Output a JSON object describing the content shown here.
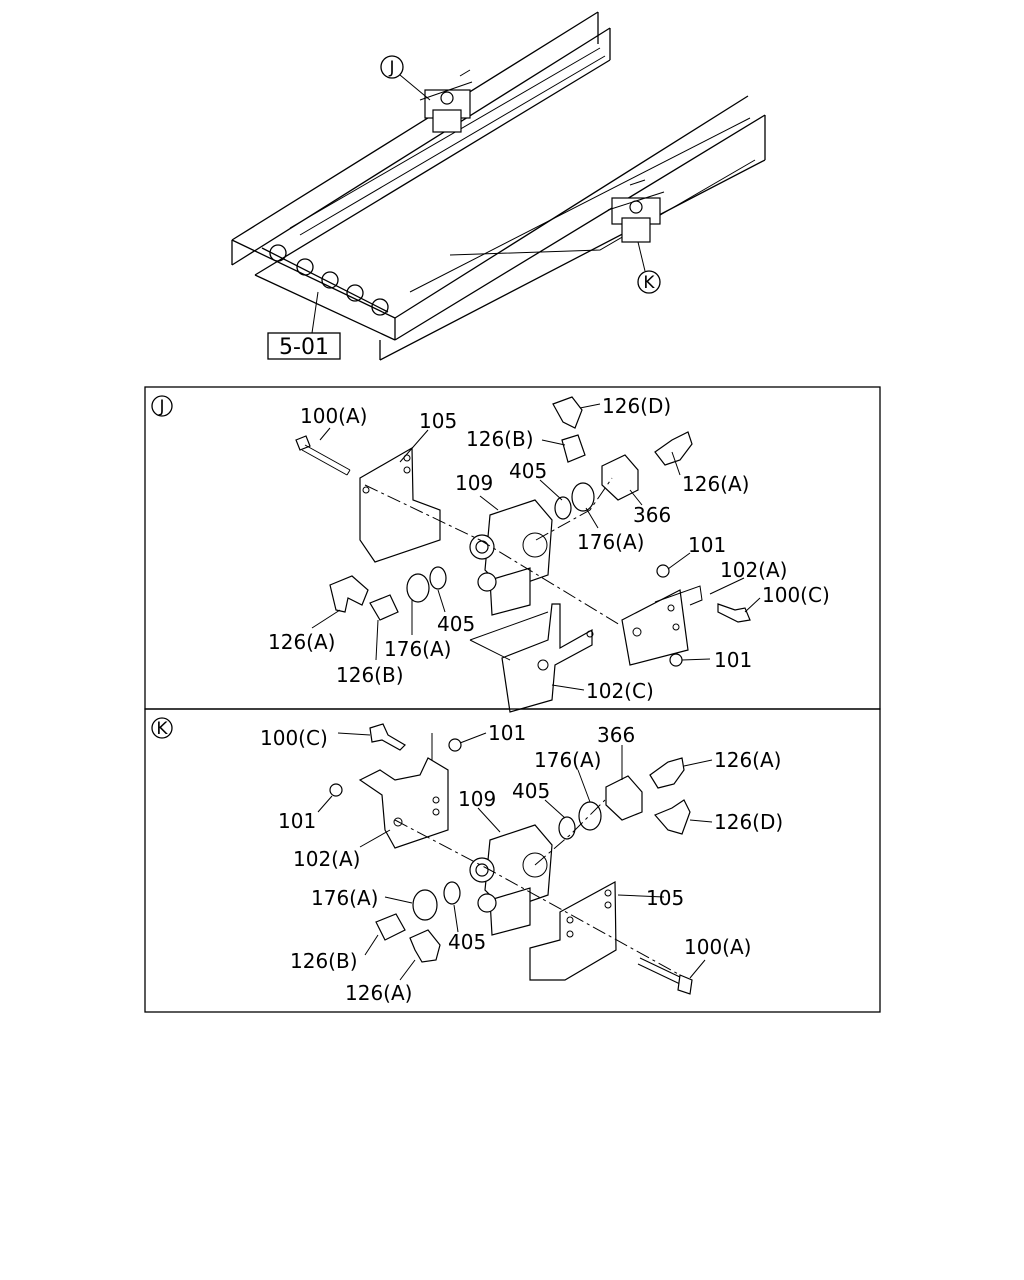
{
  "overview": {
    "callout_j": "J",
    "callout_k": "K",
    "ref_box": "5-01"
  },
  "panel_j": {
    "badge": "J",
    "labels": {
      "l100a": "100(A)",
      "l105": "105",
      "l126d": "126(D)",
      "l126b_top": "126(B)",
      "l126a_right": "126(A)",
      "l109": "109",
      "l405_top": "405",
      "l366": "366",
      "l176a_right": "176(A)",
      "l101_top": "101",
      "l102a": "102(A)",
      "l100c": "100(C)",
      "l126a_left": "126(A)",
      "l176a_left": "176(A)",
      "l405_bottom": "405",
      "l126b_bottom": "126(B)",
      "l101_bottom": "101",
      "l102c": "102(C)"
    }
  },
  "panel_k": {
    "badge": "K",
    "labels": {
      "l100c": "100(C)",
      "l101_top": "101",
      "l366": "366",
      "l176a_top": "176(A)",
      "l126a_right": "126(A)",
      "l405_top": "405",
      "l109": "109",
      "l126d": "126(D)",
      "l101_left": "101",
      "l102a": "102(A)",
      "l176a_left": "176(A)",
      "l105": "105",
      "l405_bottom": "405",
      "l100a": "100(A)",
      "l126b": "126(B)",
      "l126a_bottom": "126(A)"
    }
  }
}
